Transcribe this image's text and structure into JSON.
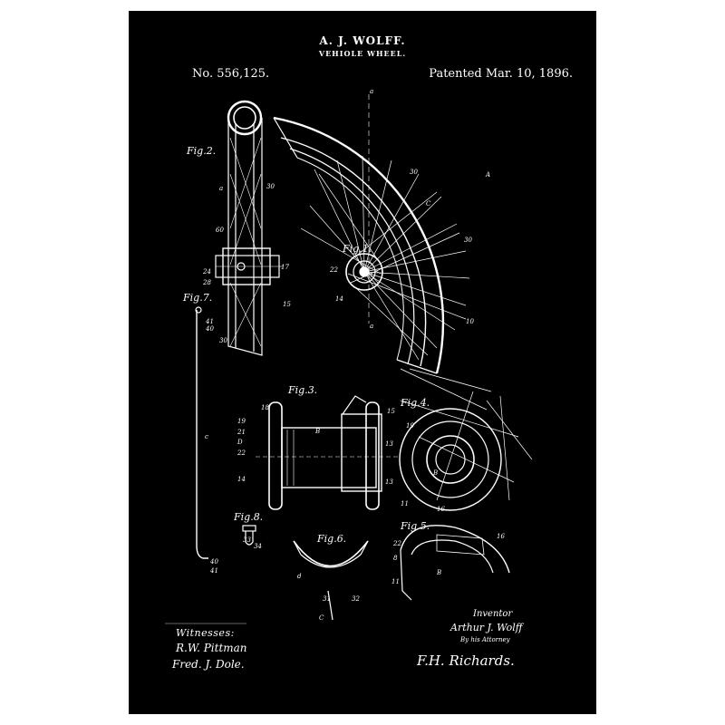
{
  "header": {
    "inventor": "A. J. WOLFF.",
    "title": "VEHIOLE WHEEL.",
    "patent_number": "No. 556,125.",
    "patent_date": "Patented Mar. 10, 1896."
  },
  "figures": {
    "fig1": "Fig.1.",
    "fig2": "Fig.2.",
    "fig3": "Fig.3.",
    "fig4": "Fig.4.",
    "fig5": "Fig.5.",
    "fig6": "Fig.6.",
    "fig7": "Fig.7.",
    "fig8": "Fig.8."
  },
  "signatures": {
    "witnesses_label": "Witnesses:",
    "witness_1": "R.W. Pittman",
    "witness_2": "Fred. J. Dole.",
    "inventor_label": "Inventor",
    "inventor_name": "Arthur J. Wolff",
    "attorney_label": "By his Attorney",
    "attorney_name": "F.H. Richards."
  },
  "colors": {
    "paper": "#000000",
    "ink": "#ffffff",
    "frame": "#ffffff"
  }
}
